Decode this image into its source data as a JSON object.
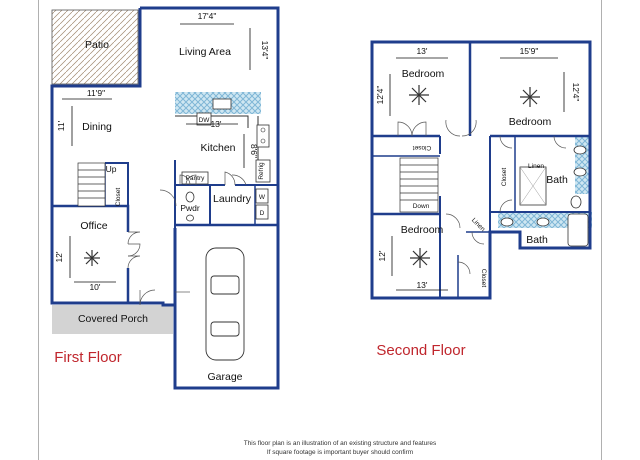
{
  "first_floor": {
    "label": "First Floor",
    "rooms": {
      "patio": "Patio",
      "living_area": "Living Area",
      "dining": "Dining",
      "kitchen": "Kitchen",
      "pantry": "Pantry",
      "closet": "Closet",
      "office": "Office",
      "pwdr": "Pwdr",
      "laundry": "Laundry",
      "covered_porch": "Covered Porch",
      "garage": "Garage"
    },
    "fixtures": {
      "dw": "DW",
      "up": "Up",
      "fridge": "Refrig",
      "washer": "W",
      "dryer": "D"
    },
    "dims": {
      "living_w": "17'4\"",
      "living_h": "13'4\"",
      "dining_w": "11'9\"",
      "dining_h": "11'",
      "kitchen_w": "13'",
      "kitchen_h": "8'6\"",
      "office_w": "10'",
      "office_h": "12'"
    }
  },
  "second_floor": {
    "label": "Second Floor",
    "rooms": {
      "bedroom_a": "Bedroom",
      "bedroom_b": "Bedroom",
      "bedroom_c": "Bedroom",
      "bath_a": "Bath",
      "bath_b": "Bath",
      "closet_hall": "Closet",
      "closet_bath": "Closet",
      "closet_bed": "Closet",
      "linen_a": "Linen",
      "linen_b": "Linen",
      "down": "Down"
    },
    "dims": {
      "bed_a_w": "13'",
      "bed_a_h": "12'4\"",
      "bed_b_w": "15'9\"",
      "bed_b_h": "12'4\"",
      "bed_c_w": "13'",
      "bed_c_h": "12'"
    }
  },
  "disclaimer": {
    "line1": "This floor plan is an illustration of an existing structure and features",
    "line2": "If square footage is important buyer should confirm"
  },
  "colors": {
    "wall": "#1f3d8c",
    "tile_light": "#cfe7f2",
    "tile_dark": "#7fb6d6",
    "porch": "#d3d3d3",
    "accent_red": "#c0262d"
  }
}
